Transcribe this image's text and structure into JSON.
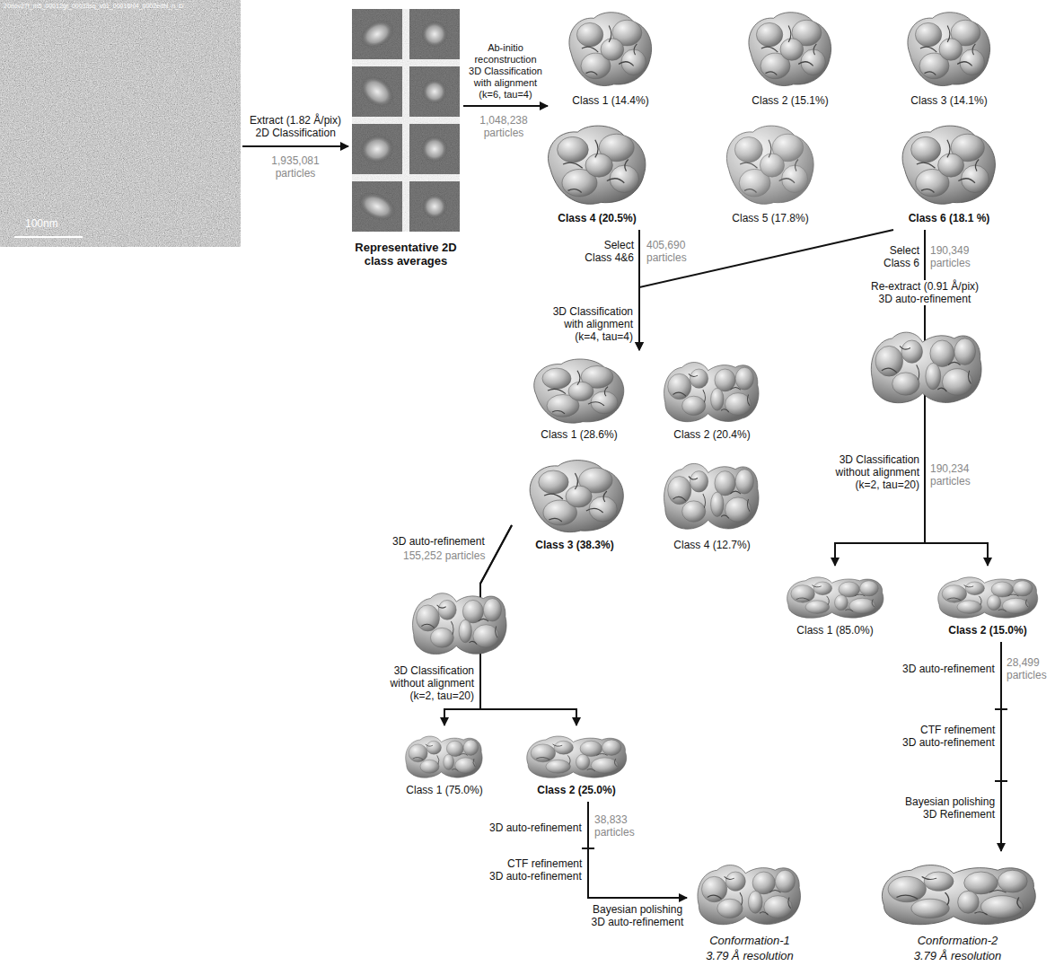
{
  "diagram": {
    "nodes": [
      {
        "text": [
          "100nm"
        ]
      },
      {
        "text": [
          "Representative 2D class averages"
        ]
      },
      {
        "text": [
          "Class 1 (14.4%)"
        ]
      },
      {
        "text": [
          "Class 2 (15.1%)"
        ]
      },
      {
        "text": [
          "Class 3 (14.1%)"
        ]
      },
      {
        "text": [
          "Class 4 (20.5%)"
        ]
      },
      {
        "text": [
          "Class 5 (17.8%)"
        ]
      },
      {
        "text": [
          "Class 6 (18.1 %)"
        ]
      },
      {
        "text": [
          "Class 1 (28.6%)"
        ]
      },
      {
        "text": [
          "Class 2 (20.4%)"
        ]
      },
      {
        "text": [
          "Class 3 (38.3%)"
        ]
      },
      {
        "text": [
          "Class 4 (12.7%)"
        ]
      },
      {
        "text": [
          "Class 1 (85.0%)"
        ]
      },
      {
        "text": [
          "Class 2 (15.0%)"
        ]
      },
      {
        "text": [
          "Class 1 (75.0%)"
        ]
      },
      {
        "text": [
          "Class 2 (25.0%)"
        ]
      },
      {
        "text": [
          "Conformation-1",
          "3.79 Å resolution"
        ]
      },
      {
        "text": [
          "Conformation-2",
          "3.79 Å resolution"
        ]
      }
    ],
    "edges": [
      {
        "from": 0,
        "to": 1,
        "label": "Extract (1.82 Å/pix)",
        "arrow": "to"
      },
      {
        "from": 1,
        "to": 2,
        "label": "Ab-initio reconstruction",
        "arrow": "to"
      },
      {
        "from": 5,
        "to": 8,
        "label": "Select Class 4&6",
        "arrow": "to"
      },
      {
        "from": 7,
        "to": 8,
        "arrow": "to"
      },
      {
        "from": 7,
        "to": 12,
        "label": "Select Class 6",
        "arrow": "to"
      },
      {
        "from": 7,
        "to": 13,
        "label": "Re-extract (0.91 Å/pix)",
        "arrow": "to"
      },
      {
        "from": 10,
        "to": 14,
        "label": "3D auto-refinement",
        "arrow": "to"
      },
      {
        "from": 10,
        "to": 15,
        "arrow": "to"
      },
      {
        "from": 15,
        "to": 16,
        "label": "3D auto-refinement",
        "arrow": "to"
      },
      {
        "from": 13,
        "to": 17,
        "label": "3D auto-refinement",
        "arrow": "to"
      }
    ],
    "labels": [
      "20nov27f_m5_00012gr_00033sq_v01_00016hl4_0002edhl_n_D",
      "2D Classification",
      "1,935,081 particles",
      "3D Classification with alignment (k=6, tau=4)",
      "1,048,238 particles",
      "405,690 particles",
      "190,349 particles",
      "3D Classification with alignment (k=4, tau=4)",
      "3D auto-refinement",
      "3D Classification without alignment (k=2, tau=20)",
      "190,234 particles",
      "155,252 particles",
      "3D Classification without alignment (k=2, tau=20)",
      "38,833 particles",
      "CTF refinement",
      "3D auto-refinement",
      "Bayesian polishing",
      "3D auto-refinement",
      "28,499 particles",
      "CTF refinement",
      "3D auto-refinement",
      "Bayesian polishing",
      "3D Refinement"
    ]
  }
}
